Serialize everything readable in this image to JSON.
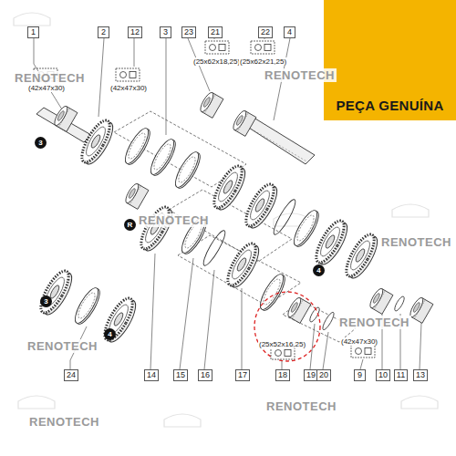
{
  "diagram": {
    "nodes": [
      {
        "text": [
          "1"
        ]
      },
      {
        "text": [
          "2"
        ]
      },
      {
        "text": [
          "12"
        ]
      },
      {
        "text": [
          "3"
        ]
      },
      {
        "text": [
          "23"
        ]
      },
      {
        "text": [
          "21"
        ]
      },
      {
        "text": [
          "22"
        ]
      },
      {
        "text": [
          "4"
        ]
      },
      {
        "text": [
          "PEÇA GENUÍNA"
        ]
      },
      {
        "text": [
          "3"
        ]
      },
      {
        "text": [
          "R"
        ]
      },
      {
        "text": [
          "4"
        ]
      },
      {
        "text": [
          "3"
        ]
      },
      {
        "text": [
          "4"
        ]
      },
      {
        "text": [
          "24"
        ]
      },
      {
        "text": [
          "14"
        ]
      },
      {
        "text": [
          "15"
        ]
      },
      {
        "text": [
          "16"
        ]
      },
      {
        "text": [
          "17"
        ]
      },
      {
        "text": [
          "18"
        ]
      },
      {
        "text": [
          "19"
        ]
      },
      {
        "text": [
          "20"
        ]
      },
      {
        "text": [
          "9"
        ]
      },
      {
        "text": [
          "10"
        ]
      },
      {
        "text": [
          "11"
        ]
      },
      {
        "text": [
          "13"
        ]
      }
    ],
    "labels": [
      "(42x47x30)",
      "(42x47x30)",
      "(25x62x18,25)",
      "(25x62x21,25)",
      "(25x52x16,25)",
      "(42x47x30)",
      "RENOTECH",
      "RENOTECH",
      "RENOTECH",
      "RENOTECH",
      "RENOTECH",
      "RENOTECH",
      "RENOTECH",
      "RENOTECH"
    ]
  }
}
